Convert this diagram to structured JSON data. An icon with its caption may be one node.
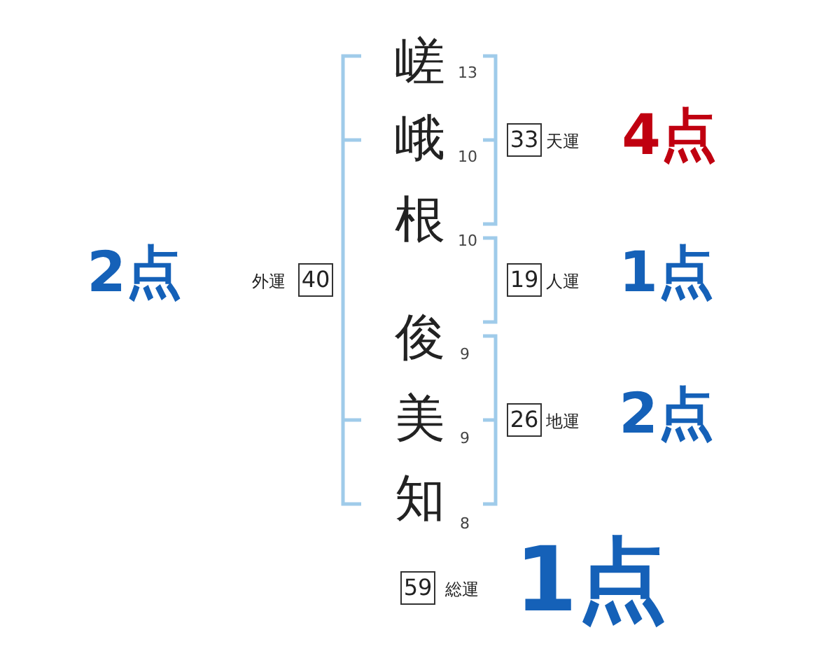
{
  "diagram": {
    "nodes": [
      {
        "text": [
          "33"
        ],
        "beside": [
          "天運"
        ]
      },
      {
        "text": [
          "40"
        ],
        "beside": [
          "外運"
        ]
      },
      {
        "text": [
          "19"
        ],
        "beside": [
          "人運"
        ]
      },
      {
        "text": [
          "26"
        ],
        "beside": [
          "地運"
        ]
      },
      {
        "text": [
          "59"
        ],
        "beside": [
          "総運"
        ]
      }
    ],
    "labels": [
      "嵯",
      "13",
      "峨",
      "10",
      "4点",
      "根",
      "10",
      "2点",
      "1点",
      "俊",
      "9",
      "美",
      "9",
      "2点",
      "知",
      "8",
      "1点"
    ]
  }
}
